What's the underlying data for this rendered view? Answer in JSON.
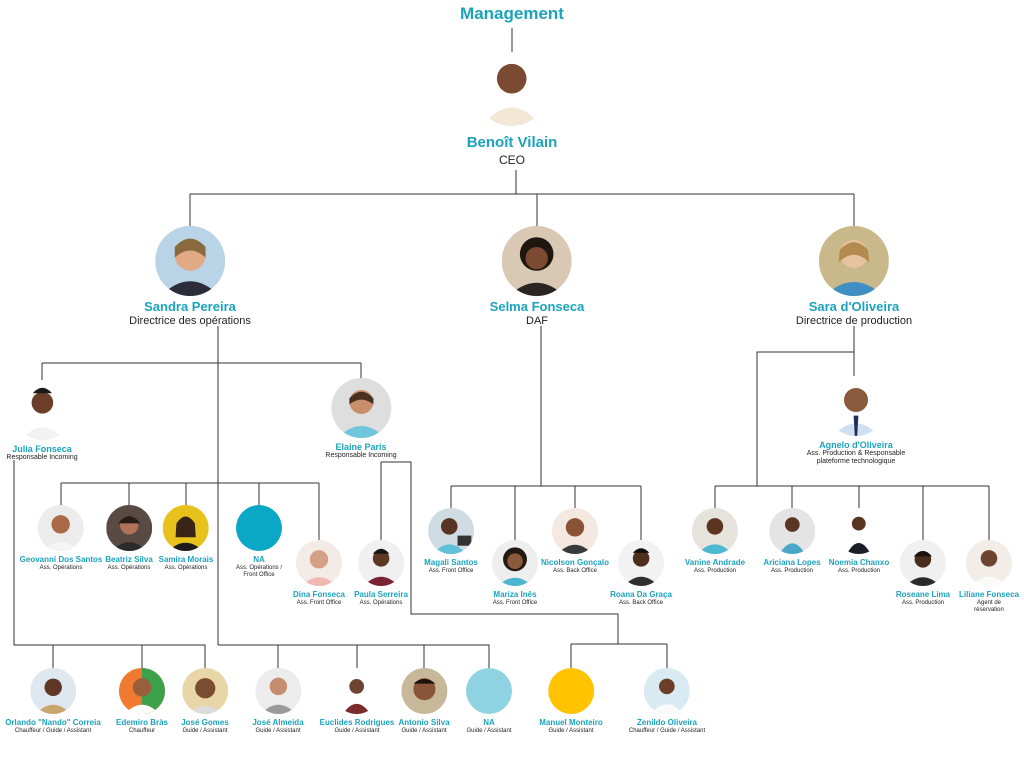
{
  "chart": {
    "title": "Management"
  },
  "colors": {
    "accent": "#1ba3bd",
    "placeholder_teal": "#0aa7c7",
    "placeholder_light": "#8fd3e2",
    "placeholder_gold": "#ffc300",
    "line": "#333333"
  },
  "people": {
    "ceo": {
      "name": "Benoît Vilain",
      "role": "CEO"
    },
    "sandra": {
      "name": "Sandra Pereira",
      "role": "Directrice des opérations"
    },
    "selma": {
      "name": "Selma Fonseca",
      "role": "DAF"
    },
    "sara": {
      "name": "Sara d'Oliveira",
      "role": "Directrice de production"
    },
    "julia": {
      "name": "Julia Fonseca",
      "role": "Responsable Incoming"
    },
    "elaine": {
      "name": "Elaine Paris",
      "role": "Responsable Incoming"
    },
    "agnelo": {
      "name": "Agnelo d'Oliveira",
      "role": "Ass. Production & Responsable plateforme technologique"
    },
    "geovanni": {
      "name": "Geovanni Dos Santos",
      "role": "Ass. Opérations"
    },
    "beatriz": {
      "name": "Beatriz Silva",
      "role": "Ass. Opérations"
    },
    "samira": {
      "name": "Samira Morais",
      "role": "Ass. Opérations"
    },
    "na1": {
      "name": "NA",
      "role": "Ass. Opérations / Front Office"
    },
    "dina": {
      "name": "Dina Fonseca",
      "role": "Ass. Front Office"
    },
    "paula": {
      "name": "Paula Serreira",
      "role": "Ass. Opérations"
    },
    "magali": {
      "name": "Magali Santos",
      "role": "Ass. Front Office"
    },
    "mariza": {
      "name": "Mariza Inês",
      "role": "Ass. Front Office"
    },
    "nicolson": {
      "name": "Nicolson Gonçalo",
      "role": "Ass. Back Office"
    },
    "roana": {
      "name": "Roana Da Graça",
      "role": "Ass. Back Office"
    },
    "vanine": {
      "name": "Vanine Andrade",
      "role": "Ass. Production"
    },
    "ariciana": {
      "name": "Ariciana Lopes",
      "role": "Ass. Production"
    },
    "noemia": {
      "name": "Noemia Chanxo",
      "role": "Ass. Production"
    },
    "roseane": {
      "name": "Roseane Lima",
      "role": "Ass. Production"
    },
    "liliane": {
      "name": "Liliane Fonseca",
      "role": "Agent de réservation"
    },
    "orlando": {
      "name": "Orlando \"Nando\" Correia",
      "role": "Chauffeur / Guide / Assistant"
    },
    "edemiro": {
      "name": "Edemiro Bràs",
      "role": "Chauffeur"
    },
    "jose_gomes": {
      "name": "José Gomes",
      "role": "Guide / Assistant"
    },
    "jose_almeida": {
      "name": "José Almeida",
      "role": "Guide / Assistant"
    },
    "euclides": {
      "name": "Euclides Rodrigues",
      "role": "Guide / Assistant"
    },
    "antonio": {
      "name": "Antonio Silva",
      "role": "Guide / Assistant"
    },
    "na2": {
      "name": "NA",
      "role": "Guide / Assistant"
    },
    "manuel": {
      "name": "Manuel Monteiro",
      "role": "Guide / Assistant"
    },
    "zenildo": {
      "name": "Zenildo Oliveira",
      "role": "Chauffeur / Guide / Assistant"
    }
  }
}
